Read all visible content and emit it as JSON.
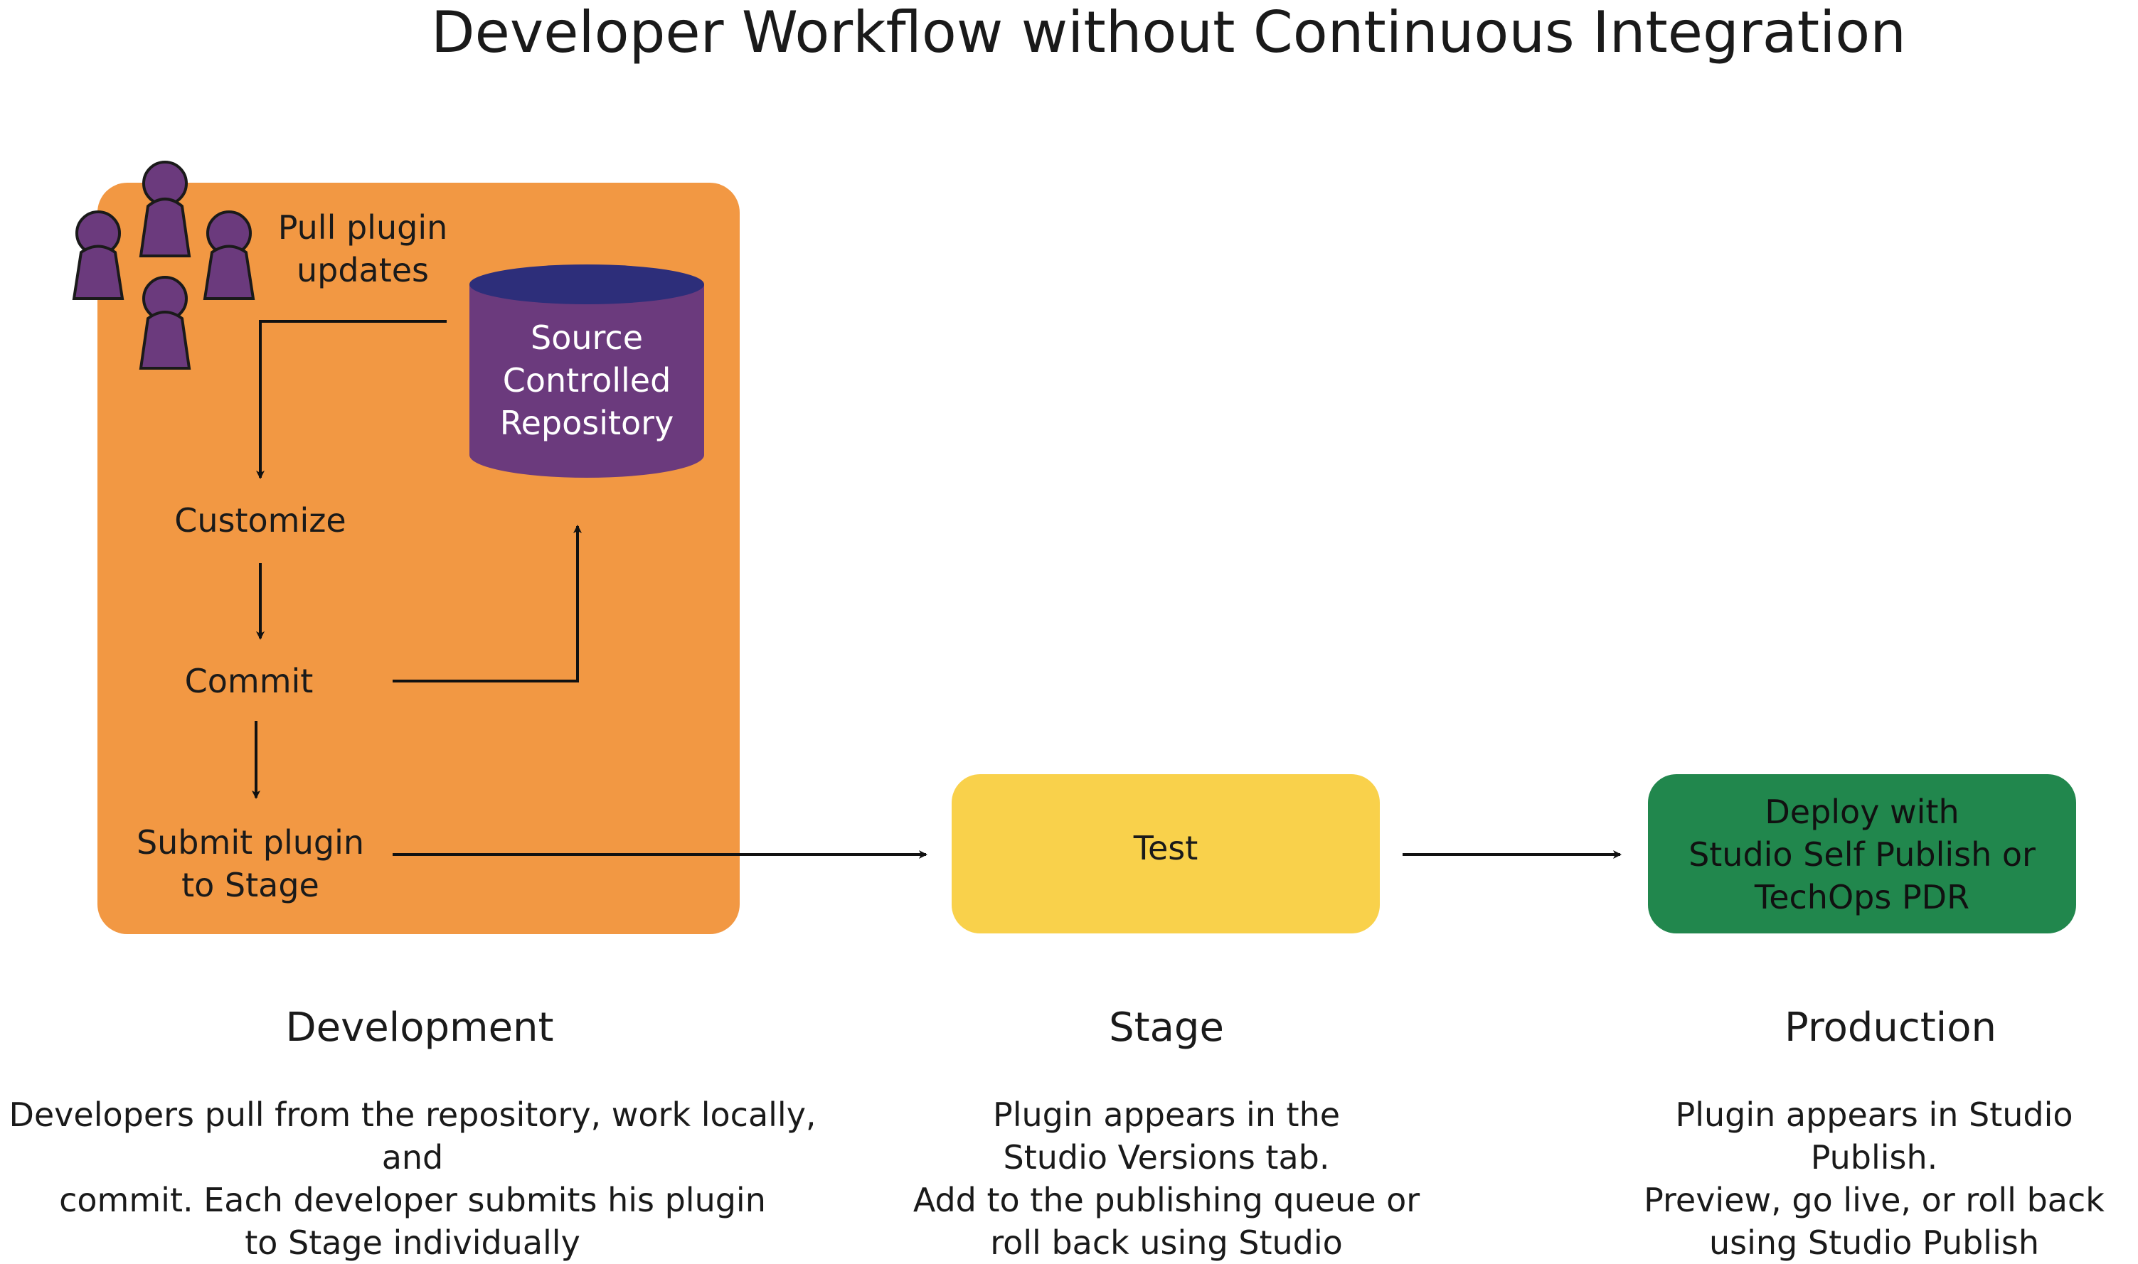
{
  "title": "Developer Workflow without Continuous Integration",
  "colors": {
    "development": "#f29843",
    "stage": "#f9d14b",
    "production": "#21874d",
    "repository": "#6b3a7d",
    "people": "#6b3a7d"
  },
  "development_box": {
    "pull_label": "Pull plugin\nupdates",
    "repository": "Source\nControlled\nRepository",
    "customize": "Customize",
    "commit": "Commit",
    "submit": "Submit plugin\nto Stage"
  },
  "stage_box": {
    "label": "Test"
  },
  "production_box": {
    "label": "Deploy  with\nStudio Self Publish or\nTechOps PDR"
  },
  "sections": [
    {
      "heading": "Development",
      "description": "Developers pull from the repository, work locally, and\ncommit. Each developer submits his plugin\nto Stage individually"
    },
    {
      "heading": "Stage",
      "description": "Plugin appears in the\nStudio Versions tab.\nAdd to the publishing queue or\nroll back using Studio"
    },
    {
      "heading": "Production",
      "description": "Plugin appears in Studio Publish.\nPreview, go live, or roll back\nusing Studio Publish"
    }
  ]
}
